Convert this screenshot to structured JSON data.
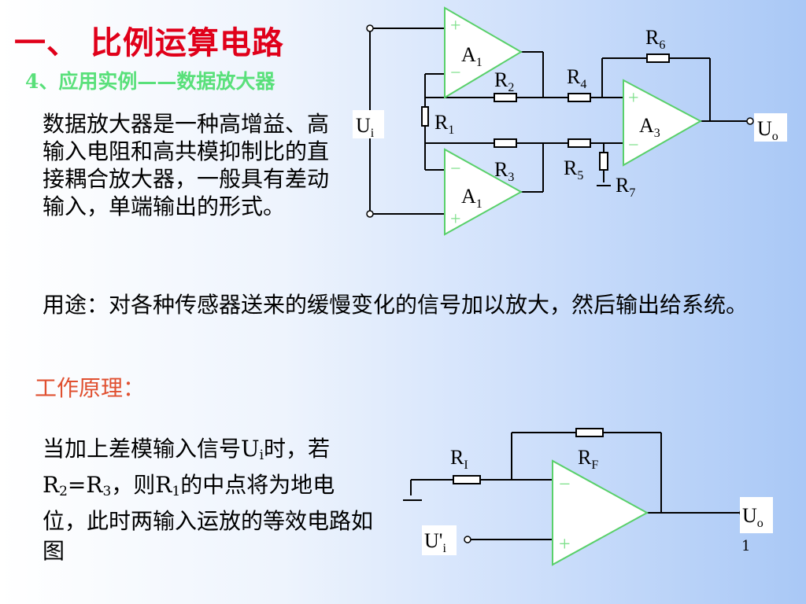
{
  "slide": {
    "title": "一、 比例运算电路",
    "subtitle": "4、应用实例——数据放大器",
    "description": "数据放大器是一种高增益、高输入电阻和高共模抑制比的直接耦合放大器，一般具有差动输入，单端输出的形式。",
    "usage": "用途：对各种传感器送来的缓慢变化的信号加以放大，然后输出给系统。",
    "principle": "工作原理：",
    "explain_parts": {
      "p1": "当加上差模输入信号U",
      "p1_sub": "i",
      "p2": "时，若R",
      "p2_sub": "2",
      "p3": "=R",
      "p3_sub": "3",
      "p4": "，则R",
      "p4_sub": "1",
      "p5": "的中点将为地电位，此时两输入运放的等效电路如图"
    },
    "page_number": "1"
  },
  "circuit1": {
    "amp_top": "A",
    "amp_top_sub": "1",
    "amp_bottom": "A",
    "amp_bottom_sub": "1",
    "amp_out": "A",
    "amp_out_sub": "3",
    "r1": "R",
    "r1_sub": "1",
    "r2": "R",
    "r2_sub": "2",
    "r3": "R",
    "r3_sub": "3",
    "r4": "R",
    "r4_sub": "4",
    "r5": "R",
    "r5_sub": "5",
    "r6": "R",
    "r6_sub": "6",
    "r7": "R",
    "r7_sub": "7",
    "input": "U",
    "input_sub": "i",
    "output": "U",
    "output_sub": "o",
    "plus": "+",
    "minus": "−"
  },
  "circuit2": {
    "ri": "R",
    "ri_sub": "I",
    "rf": "R",
    "rf_sub": "F",
    "input": "U'",
    "input_sub": "i",
    "output": "U",
    "output_sub": "o",
    "plus": "+",
    "minus": "−"
  },
  "colors": {
    "title": "#e0001a",
    "subtitle": "#59e07a",
    "principle": "#e05030",
    "opamp_sign": "#7fe08c",
    "opamp_fill": "#ffffff"
  }
}
